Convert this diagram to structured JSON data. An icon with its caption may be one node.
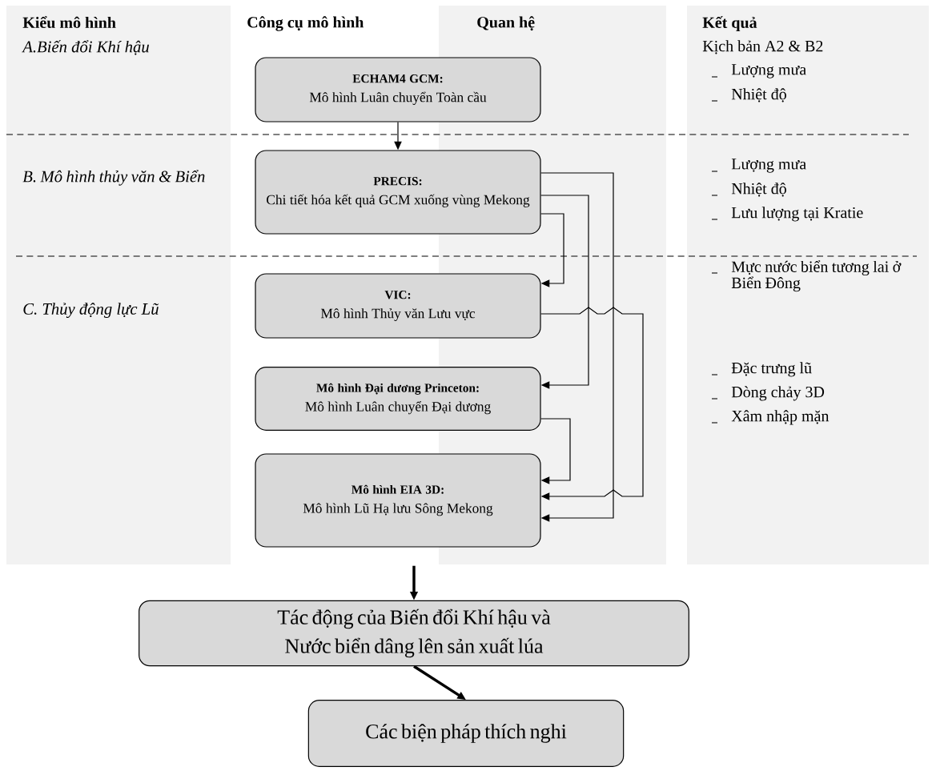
{
  "diagram": {
    "nodes": [
      {
        "text": [
          "ECHAM4 GCM:",
          "Mô hình Luân chuyển Toàn cầu"
        ]
      },
      {
        "text": [
          "PRECIS:",
          "Chi tiết hóa kết quả GCM xuống vùng Mekong"
        ]
      },
      {
        "text": [
          "VIC:",
          "Mô hình Thủy văn Lưu vực"
        ]
      },
      {
        "text": [
          "Mô hình Đại dương Princeton:",
          "Mô hình Luân chuyển Đại dương"
        ]
      },
      {
        "text": [
          "Mô hình EIA 3D:",
          "Mô hình Lũ Hạ lưu Sông Mekong"
        ]
      },
      {
        "text": [
          "Tác động của Biến đổi Khí hậu và Nước biển dâng lên sản xuất lúa"
        ]
      },
      {
        "text": [
          "Các biện pháp thích nghi"
        ]
      }
    ],
    "edges": [
      {
        "from": 0,
        "to": 1,
        "arrow": "to"
      },
      {
        "from": 1,
        "to": 2,
        "arrow": "to"
      },
      {
        "from": 1,
        "to": 3,
        "arrow": "to"
      },
      {
        "from": 1,
        "to": 4,
        "arrow": "to"
      },
      {
        "from": 2,
        "to": 4,
        "arrow": "to"
      },
      {
        "from": 3,
        "to": 4,
        "arrow": "to"
      },
      {
        "from": null,
        "to": 5,
        "arrow": "to",
        "style": "thick"
      },
      {
        "from": 5,
        "to": 6,
        "arrow": "to",
        "style": "thick"
      }
    ],
    "labels": [
      "Kiểu mô hình",
      "Công cụ mô hình",
      "Quan hệ",
      "Kết quả",
      "A.Biến đổi Khí hậu",
      "Kịch bản A2 & B2",
      "Lượng mưa",
      "Nhiệt độ",
      "B. Mô hình thủy văn & Biển",
      "Lượng mưa",
      "Nhiệt độ",
      "Lưu lượng tại Kratie",
      "C. Thủy động lực Lũ",
      "Mực nước biển tương lai ở Biển Đông",
      "Đặc trưng lũ",
      "Dòng chảy 3D",
      "Xâm nhập mặn"
    ]
  }
}
